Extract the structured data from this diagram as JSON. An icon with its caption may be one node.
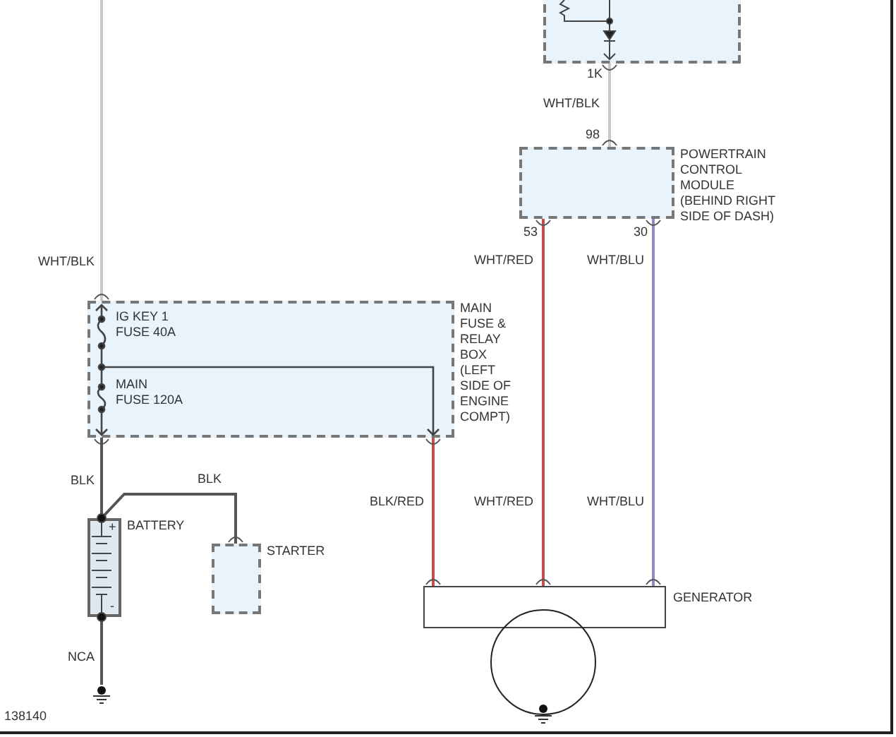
{
  "diagram": {
    "nodes": [
      {
        "text": [],
        "shape": "box"
      },
      {
        "text": [
          "POWERTRAIN CONTROL MODULE (BEHIND RIGHT SIDE OF DASH)"
        ]
      },
      {
        "text": [
          "MAIN FUSE & RELAY BOX (LEFT SIDE OF ENGINE COMPT)"
        ]
      },
      {
        "text": [
          "BATTERY"
        ]
      },
      {
        "text": [
          "STARTER"
        ]
      },
      {
        "text": [
          "GENERATOR"
        ]
      },
      {
        "text": [],
        "shape": "ground"
      }
    ],
    "edges": [
      {
        "from": null,
        "to": 2,
        "arrow": "none",
        "label": "WHT/BLK",
        "color": "#c8c8c8"
      },
      {
        "from": 0,
        "to": 1,
        "arrow": "none",
        "label": "WHT/BLK",
        "color": "#c8c8c8"
      },
      {
        "from": 2,
        "to": 3,
        "arrow": "none",
        "label": "BLK"
      },
      {
        "from": 3,
        "to": 4,
        "arrow": "none",
        "label": "BLK"
      },
      {
        "from": 3,
        "to": 6,
        "arrow": "none",
        "label": "NCA"
      },
      {
        "from": 2,
        "to": 5,
        "arrow": "none",
        "label": "BLK/RED",
        "color": "#c0504d"
      },
      {
        "from": 1,
        "to": 5,
        "arrow": "none",
        "label": "WHT/RED",
        "color": "#c0504d"
      },
      {
        "from": 1,
        "to": 5,
        "arrow": "none",
        "label": "WHT/BLU",
        "color": "#8c8cc0"
      }
    ],
    "labels": [
      "1K",
      "98",
      "53",
      "30",
      "WHT/RED",
      "WHT/BLU",
      "IG KEY 1 FUSE 40A",
      "MAIN FUSE 120A",
      "+",
      "-",
      "138140"
    ]
  }
}
